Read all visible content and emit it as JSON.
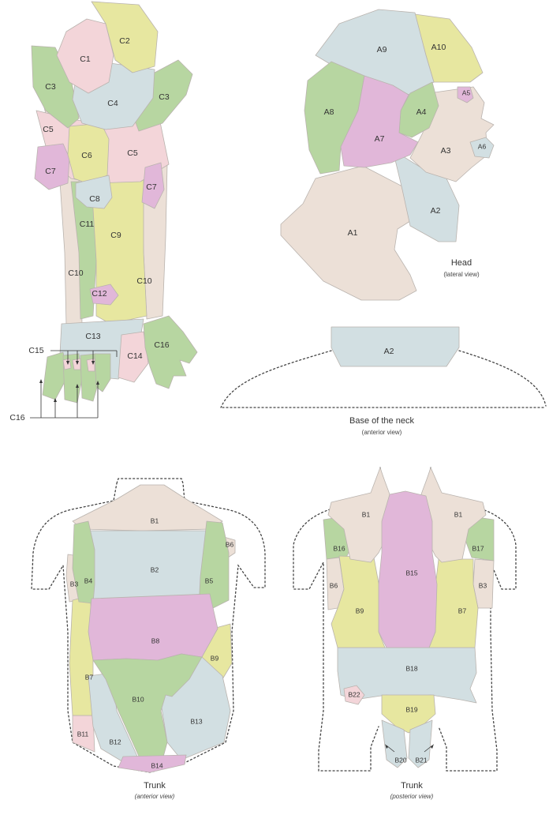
{
  "colors": {
    "pink": "#f3d5d9",
    "yellow": "#e7e7a0",
    "green": "#b7d6a1",
    "blue": "#d2dfe2",
    "beige": "#ece0d7",
    "violet": "#e1b7d9"
  },
  "captions": {
    "head": "Head",
    "head_sub": "(lateral view)",
    "neck": "Base of the neck",
    "neck_sub": "(anterior view)",
    "trunk_ant": "Trunk",
    "trunk_ant_sub": "(anterior view)",
    "trunk_post": "Trunk",
    "trunk_post_sub": "(posterior view)"
  },
  "labels": {
    "c1": "C1",
    "c2": "C2",
    "c3": "C3",
    "c4": "C4",
    "c5": "C5",
    "c6": "C6",
    "c7": "C7",
    "c8": "C8",
    "c9": "C9",
    "c10": "C10",
    "c11": "C11",
    "c12": "C12",
    "c13": "C13",
    "c14": "C14",
    "c15": "C15",
    "c16": "C16",
    "a1": "A1",
    "a2": "A2",
    "a3": "A3",
    "a4": "A4",
    "a5": "A5",
    "a6": "A6",
    "a7": "A7",
    "a8": "A8",
    "a9": "A9",
    "a10": "A10",
    "b1": "B1",
    "b2": "B2",
    "b3": "B3",
    "b4": "B4",
    "b5": "B5",
    "b6": "B6",
    "b7": "B7",
    "b8": "B8",
    "b9": "B9",
    "b10": "B10",
    "b11": "B11",
    "b12": "B12",
    "b13": "B13",
    "b14": "B14",
    "b15": "B15",
    "b16": "B16",
    "b17": "B17",
    "b18": "B18",
    "b19": "B19",
    "b20": "B20",
    "b21": "B21",
    "b22": "B22"
  }
}
